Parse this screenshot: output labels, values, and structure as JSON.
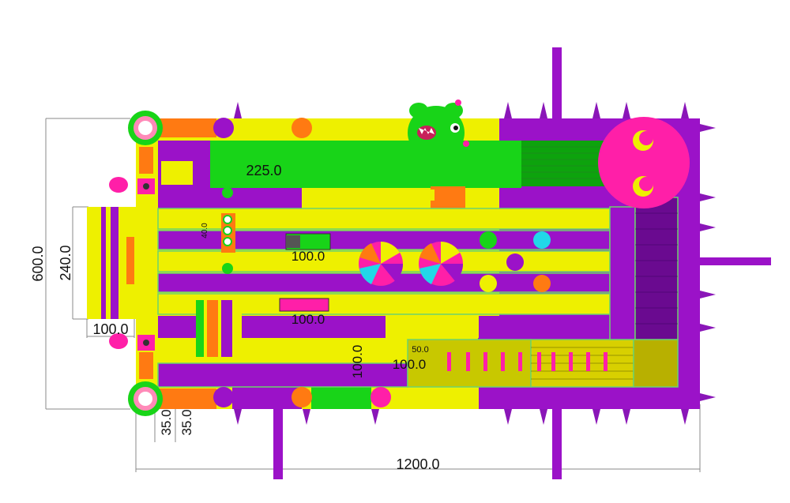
{
  "dimensions": {
    "overall_length": "1200.0",
    "overall_width": "600.0",
    "entrance_width": "240.0",
    "entrance_depth": "100.0",
    "corner_a": "35.0",
    "corner_b": "35.0",
    "slide_length": "225.0",
    "obstacle_a": "100.0",
    "obstacle_b": "100.0",
    "pillar_gap": "40.0",
    "climb_width": "100.0",
    "climb_depth": "100.0",
    "step": "50.0"
  },
  "colors": {
    "purple": "#9b12c8",
    "yellow": "#eef000",
    "green": "#18d418",
    "orange": "#ff7a12",
    "pink": "#ff1fa8",
    "cyan": "#22d8e8",
    "outline": "#6dd26d",
    "dim_line": "#888888"
  }
}
